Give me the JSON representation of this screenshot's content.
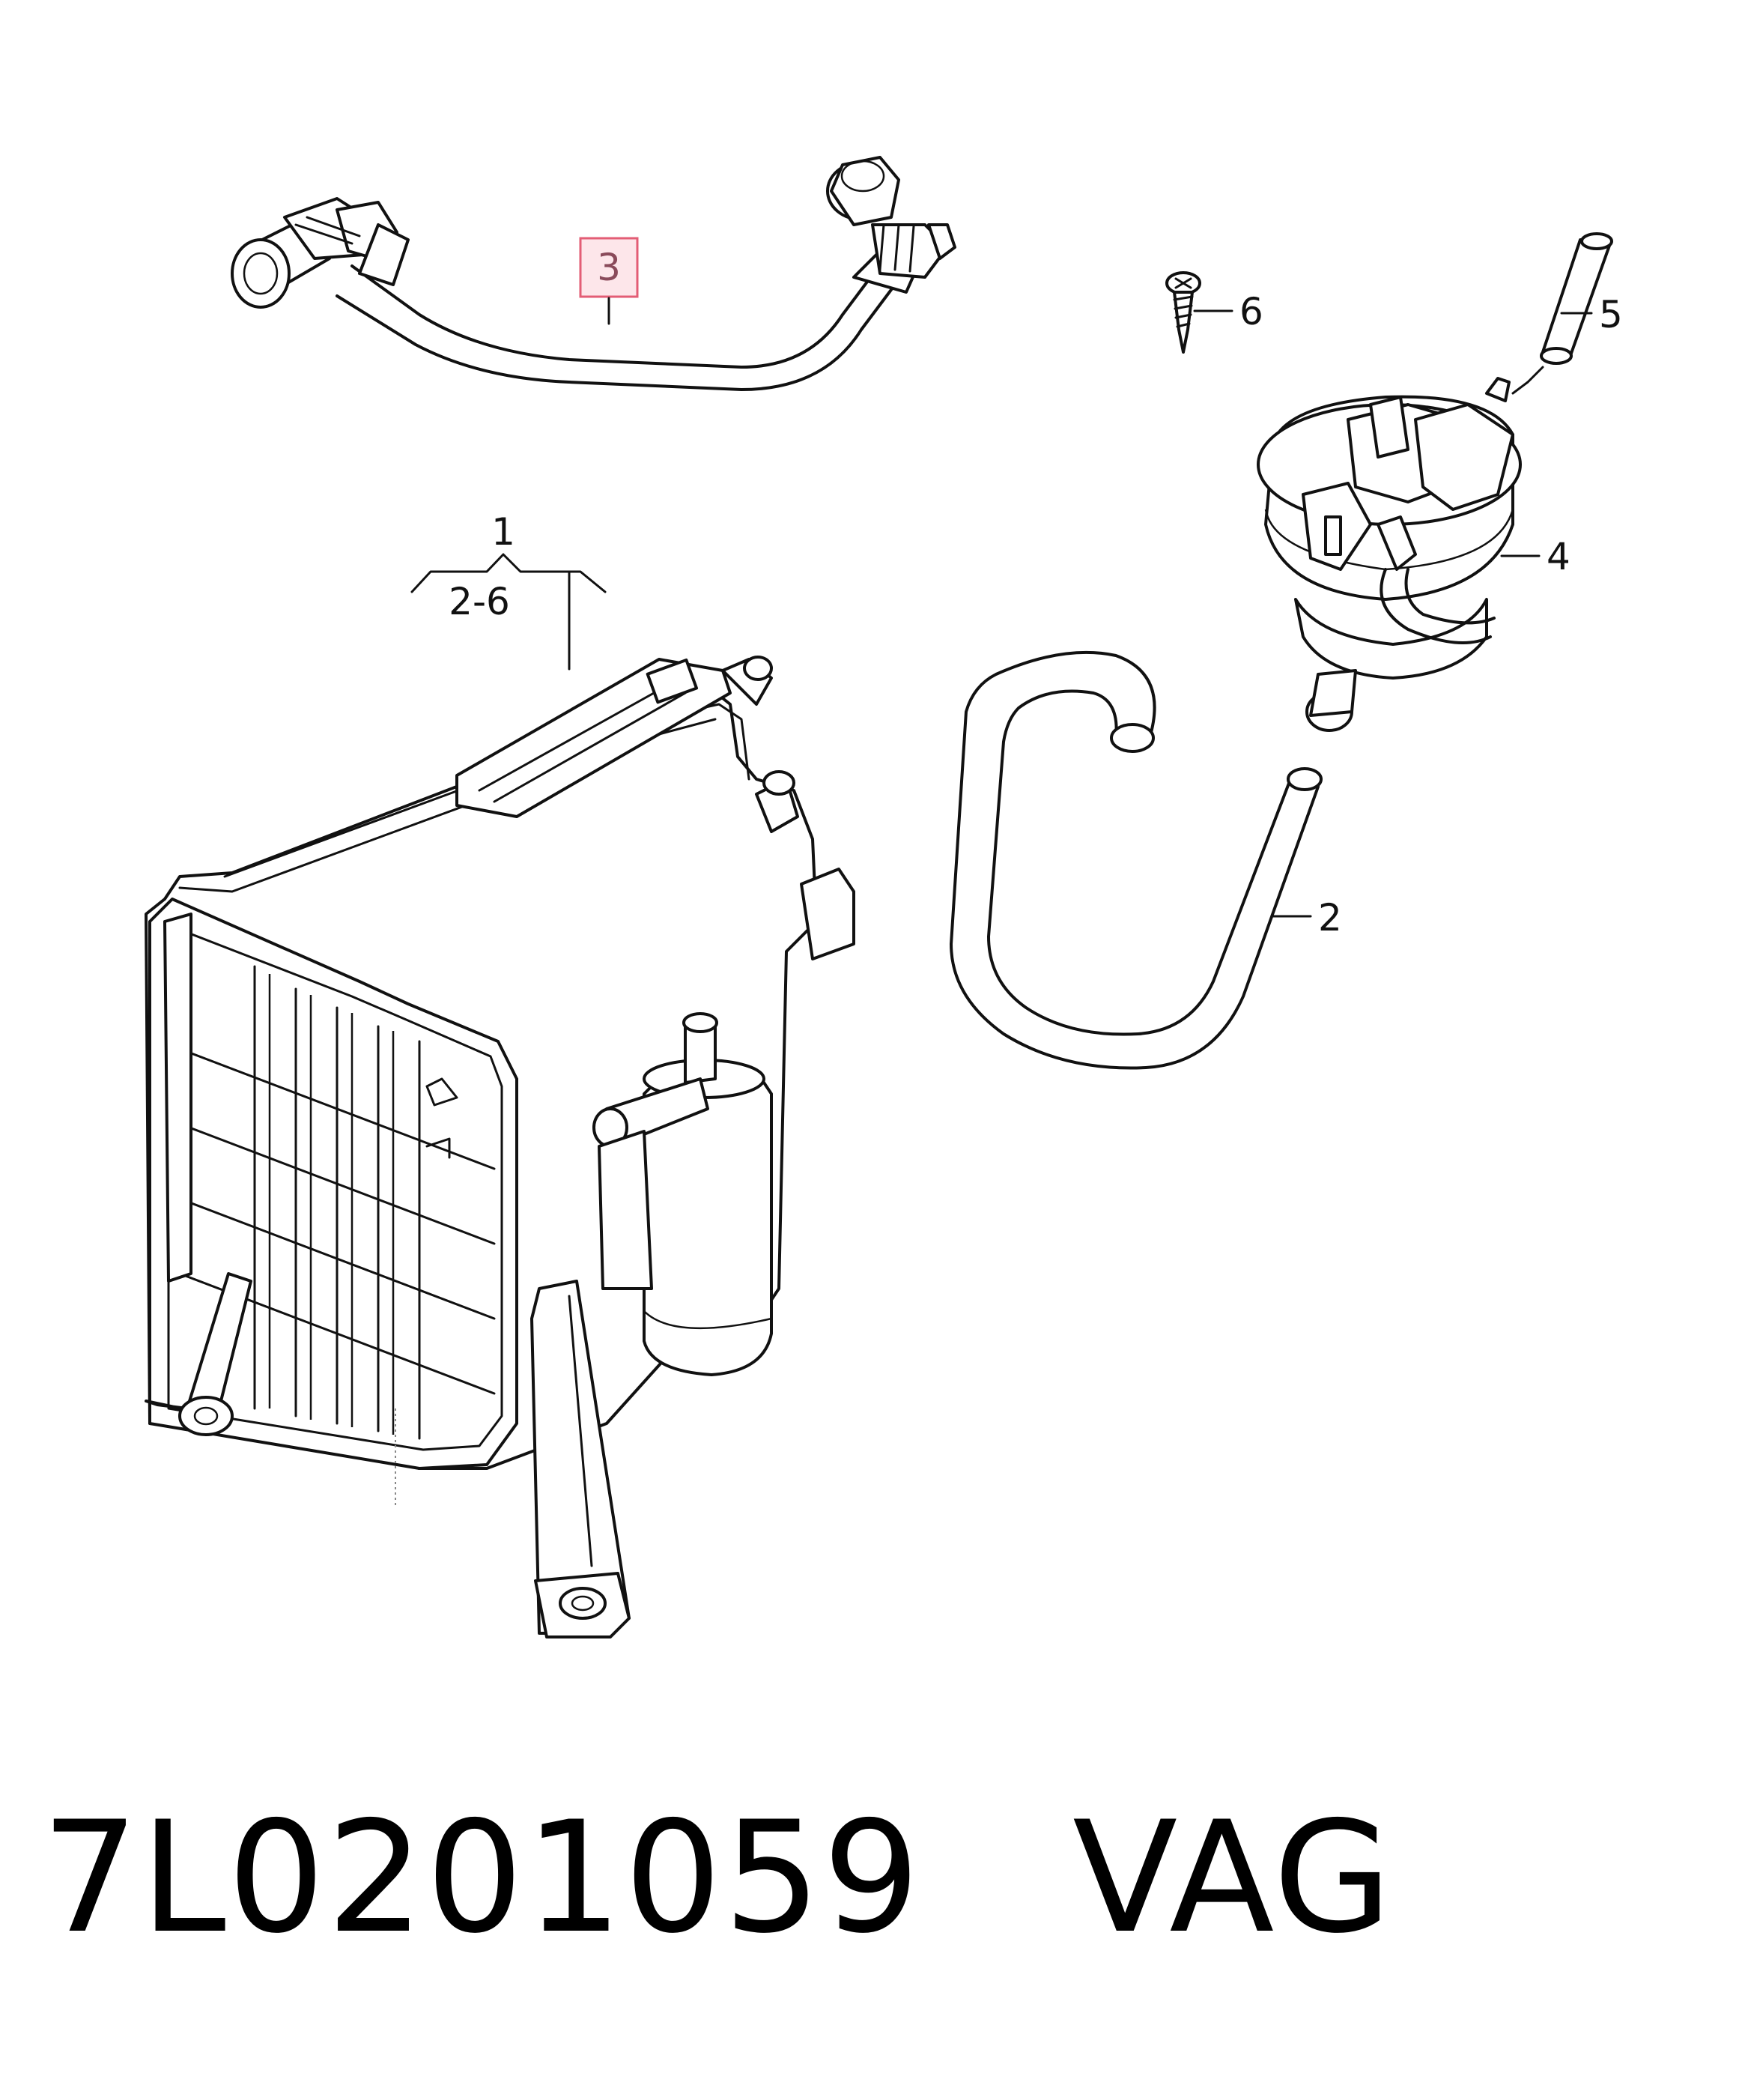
{
  "callouts": {
    "c1": "1",
    "c2_6": "2-6",
    "c2": "2",
    "c3": "3",
    "c4": "4",
    "c5": "5",
    "c6": "6"
  },
  "highlighted_callout": "3",
  "footer": {
    "part_number": "7L0201059",
    "brand": "VAG"
  },
  "colors": {
    "highlight_fill": "#fde6ea",
    "highlight_stroke": "#e35d75"
  }
}
